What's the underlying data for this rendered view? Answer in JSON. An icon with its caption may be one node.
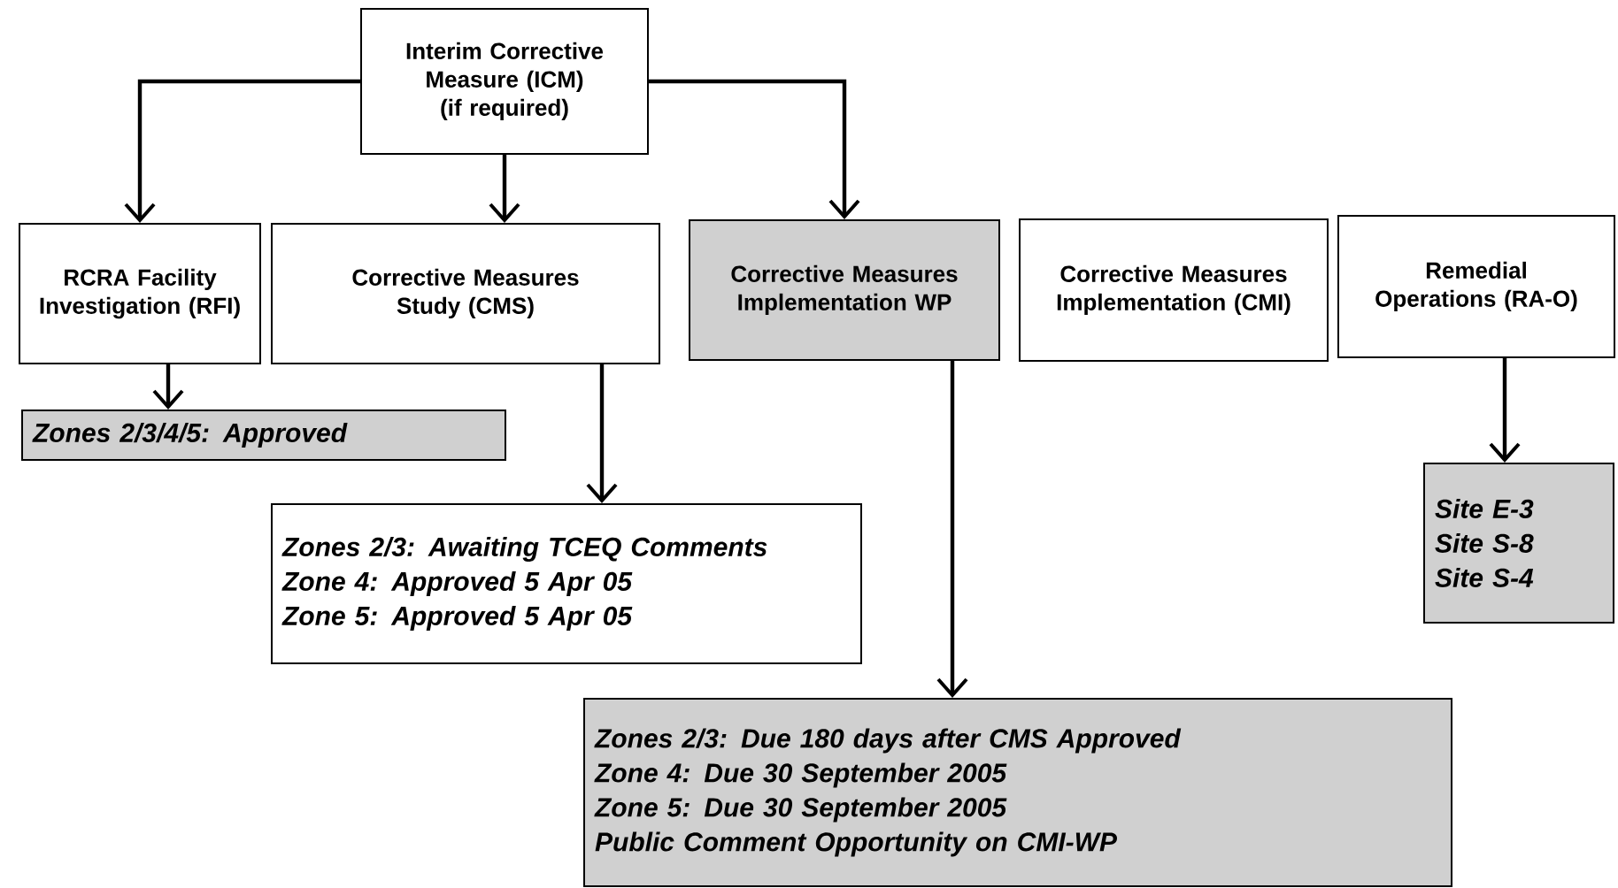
{
  "diagram": {
    "nodes": [
      {
        "text": [
          "Interim Corrective Measure (ICM) (if required)"
        ]
      },
      {
        "text": [
          "RCRA Facility Investigation (RFI)"
        ]
      },
      {
        "text": [
          "Corrective Measures Study (CMS)"
        ]
      },
      {
        "text": [
          "Corrective Measures Implementation WP"
        ]
      },
      {
        "text": [
          "Corrective Measures Implementation (CMI)"
        ]
      },
      {
        "text": [
          "Remedial Operations (RA-O)"
        ]
      },
      {
        "text": [
          "Zones 2/3/4/5:  Approved"
        ]
      },
      {
        "text": [
          "Zones 2/3:  Awaiting TCEQ Comments",
          "Zone 4:  Approved 5 Apr 05",
          "Zone 5:  Approved 5 Apr 05"
        ]
      },
      {
        "text": [
          "Zones 2/3:  Due 180 days after CMS Approved",
          "Zone 4:  Due  30 September 2005",
          "Zone 5:  Due 30 September 2005",
          "Public Comment Opportunity on CMI-WP"
        ]
      },
      {
        "text": [
          "Site E-3",
          "Site S-8",
          "Site S-4"
        ]
      }
    ],
    "edges": [
      {
        "from": 0,
        "to": 1,
        "arrow": "to"
      },
      {
        "from": 0,
        "to": 2,
        "arrow": "to"
      },
      {
        "from": 0,
        "to": 3,
        "arrow": "to"
      },
      {
        "from": 1,
        "to": 6,
        "arrow": "to"
      },
      {
        "from": 2,
        "to": 7,
        "arrow": "to"
      },
      {
        "from": 3,
        "to": 8,
        "arrow": "to"
      },
      {
        "from": 5,
        "to": 9,
        "arrow": "to"
      }
    ]
  }
}
